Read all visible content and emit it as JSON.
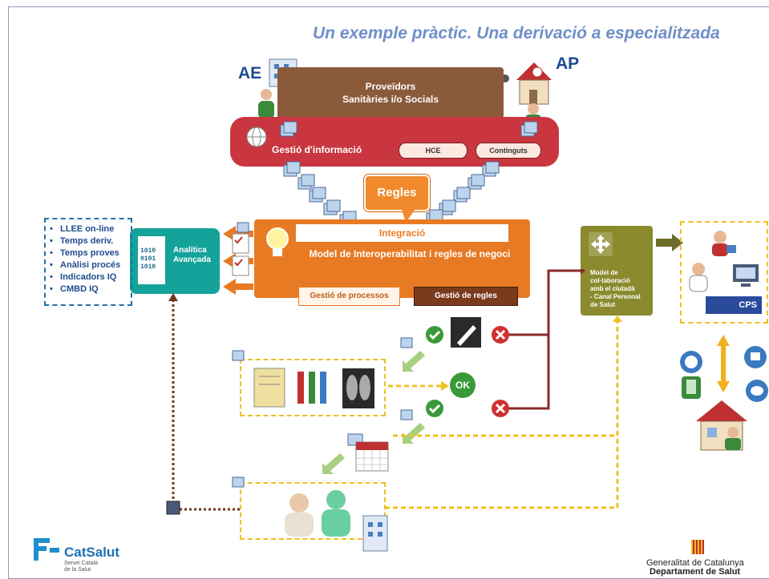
{
  "title": "Un exemple pràctic. Una derivació a especialitzada",
  "labels": {
    "ae": "AE",
    "ap": "AP"
  },
  "proveidors": {
    "line1": "Proveïdors",
    "line2": "Sanitàries i/o Socials"
  },
  "gestio": {
    "label": "Gestió d'informació",
    "hce": "HCE",
    "continguts": "Continguts"
  },
  "regles": "Regles",
  "model": {
    "integracio": "Integració",
    "title": "Model de Interoperabilitat i regles de negoci",
    "gestio_processos": "Gestió de processos",
    "gestio_regles": "Gestió de regles"
  },
  "analitica": {
    "line1": "Analítica",
    "line2": "Avançada",
    "binary": [
      "1010",
      "0101",
      "1010"
    ]
  },
  "llee": {
    "items": [
      "LLEE on-line",
      "Temps deriv.",
      "Temps proves",
      "Anàlisi procés",
      "Indicadors IQ",
      "CMBD IQ"
    ]
  },
  "colaboracio": {
    "lines": [
      "Model de",
      "col·laboració",
      "amb el  ciutadà",
      "- Canal  Personal",
      "de Salut"
    ]
  },
  "ok_label": "OK",
  "cps_label": "CPS",
  "footer": {
    "catsalut": "CatSalut",
    "catsalut_sub1": "Servei Català",
    "catsalut_sub2": "de la Salut",
    "gencat1": "Generalitat de Catalunya",
    "gencat2": "Departament de Salut"
  },
  "colors": {
    "brown": "#8b5a3a",
    "red": "#c9363f",
    "orange": "#e87a24",
    "teal": "#14a29a",
    "olive": "#8b8a2e",
    "yellow": "#f0c020"
  }
}
